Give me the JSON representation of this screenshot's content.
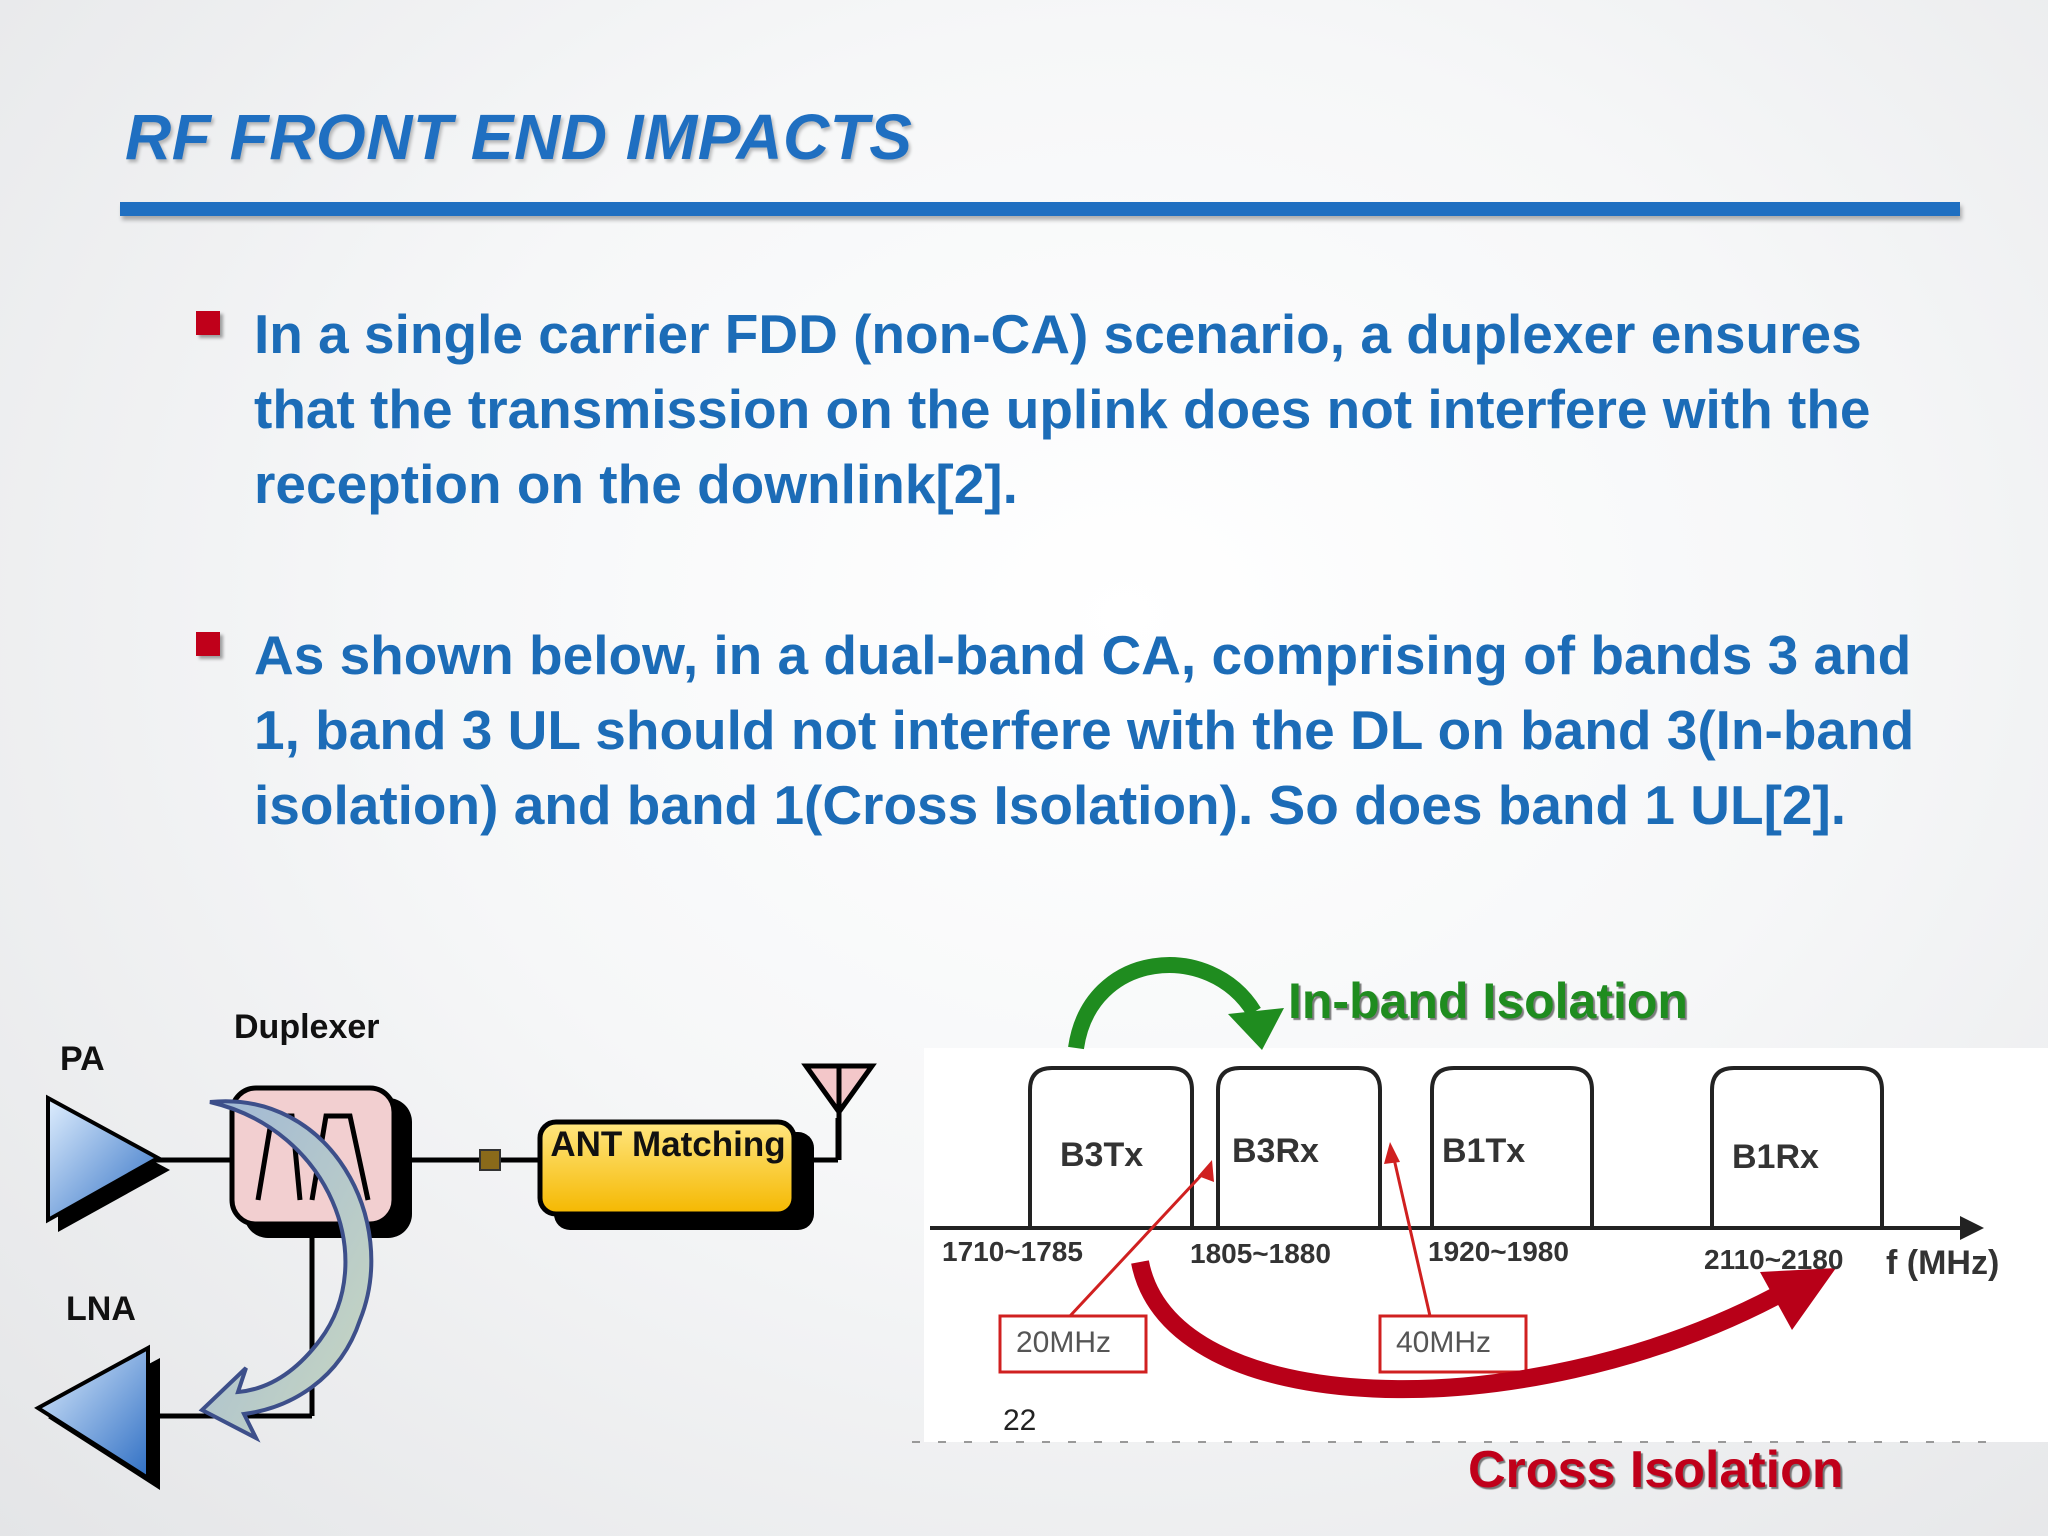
{
  "slide": {
    "title": "RF FRONT END IMPACTS",
    "bullets": [
      "In a single carrier FDD (non-CA) scenario, a duplexer ensures that the transmission on the uplink does not interfere with the reception on the downlink[2].",
      "As shown below, in a dual-band CA, comprising of bands 3 and 1, band 3 UL should not interfere with the DL on band 3(In-band isolation) and band 1(Cross Isolation). So does band 1 UL[2]."
    ],
    "slide_number": "22"
  },
  "left_diagram": {
    "pa_label": "PA",
    "duplexer_label": "Duplexer",
    "lna_label": "LNA",
    "ant_matching_label": "ANT Matching"
  },
  "right_diagram": {
    "inband_label": "In-band Isolation",
    "cross_label": "Cross Isolation",
    "bands": [
      {
        "name": "B3Tx",
        "range": "1710~1785"
      },
      {
        "name": "B3Rx",
        "range": "1805~1880"
      },
      {
        "name": "B1Tx",
        "range": "1920~1980"
      },
      {
        "name": "B1Rx",
        "range": "2110~2180"
      }
    ],
    "axis_label": "f (MHz)",
    "gap_labels": [
      "20MHz",
      "40MHz"
    ]
  },
  "colors": {
    "title_blue": "#1f6fc1",
    "bullet_red": "#c0001a",
    "inband_green": "#1f8c1f",
    "cross_red": "#c0001a"
  }
}
